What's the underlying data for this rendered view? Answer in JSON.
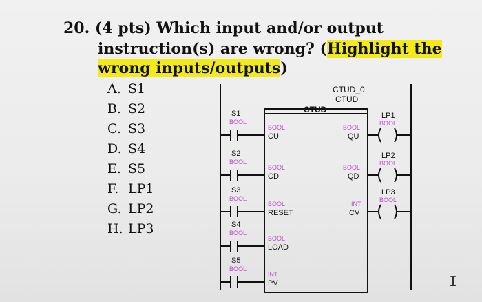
{
  "question": {
    "number_points": "20. (4 pts)",
    "line1_rest": "Which input and/or output",
    "line2_plain": "instruction(s) are wrong? (",
    "line2_hl": "Highlight the",
    "line3_hl": "wrong inputs/outputs",
    "line3_end": ")"
  },
  "options": [
    {
      "letter": "A.",
      "text": "S1"
    },
    {
      "letter": "B.",
      "text": "S2"
    },
    {
      "letter": "C.",
      "text": "S3"
    },
    {
      "letter": "D.",
      "text": "S4"
    },
    {
      "letter": "E.",
      "text": "S5"
    },
    {
      "letter": "F.",
      "text": "LP1"
    },
    {
      "letter": "G.",
      "text": "LP2"
    },
    {
      "letter": "H.",
      "text": "LP3"
    }
  ],
  "ladder": {
    "block_tag": "CTUD_0",
    "block_type_top": "CTUD",
    "block_title": "CTUD",
    "contacts": [
      {
        "name": "S1",
        "type": "BOOL"
      },
      {
        "name": "S2",
        "type": "BOOL"
      },
      {
        "name": "S3",
        "type": "BOOL"
      },
      {
        "name": "S4",
        "type": "BOOL"
      },
      {
        "name": "S5",
        "type": "BOOL"
      }
    ],
    "block_inputs": [
      {
        "type": "BOOL",
        "pin": "CU"
      },
      {
        "type": "BOOL",
        "pin": "CD"
      },
      {
        "type": "BOOL",
        "pin": "RESET"
      },
      {
        "type": "BOOL",
        "pin": "LOAD"
      },
      {
        "type": "INT",
        "pin": "PV"
      }
    ],
    "block_outputs": [
      {
        "type": "BOOL",
        "pin": "QU"
      },
      {
        "type": "BOOL",
        "pin": "QD"
      },
      {
        "type": "INT",
        "pin": "CV"
      }
    ],
    "coils": [
      {
        "name": "LP1",
        "type": "BOOL"
      },
      {
        "name": "LP2",
        "type": "BOOL"
      },
      {
        "name": "LP3",
        "type": "BOOL"
      }
    ]
  },
  "colors": {
    "highlight": "#f3ea1c",
    "type_label": "#c04fd0",
    "ink": "#111111"
  },
  "cursor_glyph": "I"
}
